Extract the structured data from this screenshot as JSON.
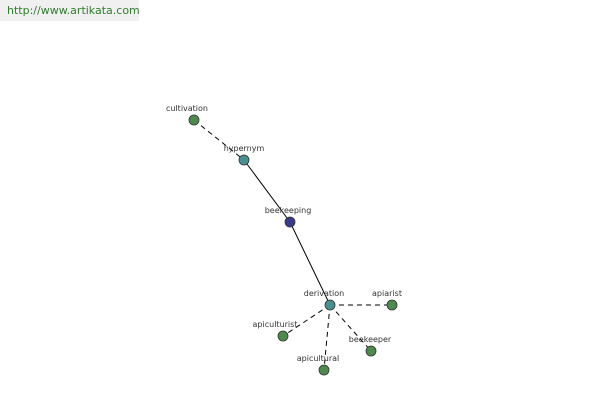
{
  "watermark": {
    "text": "http://www.artikata.com"
  },
  "colors": {
    "leaf": "#4e8a4e",
    "relation": "#4a8f8f",
    "root": "#3a3a8a",
    "edge": "#000000"
  },
  "graph": {
    "nodes": [
      {
        "id": "cultivation",
        "label": "cultivation",
        "kind": "leaf"
      },
      {
        "id": "hypernym",
        "label": "hypernym",
        "kind": "relation"
      },
      {
        "id": "beekeeping",
        "label": "beekeeping",
        "kind": "root"
      },
      {
        "id": "derivation",
        "label": "derivation",
        "kind": "relation"
      },
      {
        "id": "apiarist",
        "label": "apiarist",
        "kind": "leaf"
      },
      {
        "id": "apiculturist",
        "label": "apiculturist",
        "kind": "leaf"
      },
      {
        "id": "apicultural",
        "label": "apicultural",
        "kind": "leaf"
      },
      {
        "id": "beekeeper",
        "label": "beekeeper",
        "kind": "leaf"
      }
    ],
    "edges": [
      {
        "from": "cultivation",
        "to": "hypernym",
        "style": "dashed"
      },
      {
        "from": "hypernym",
        "to": "beekeeping",
        "style": "solid"
      },
      {
        "from": "beekeeping",
        "to": "derivation",
        "style": "solid"
      },
      {
        "from": "derivation",
        "to": "apiarist",
        "style": "dashed"
      },
      {
        "from": "derivation",
        "to": "apiculturist",
        "style": "dashed"
      },
      {
        "from": "derivation",
        "to": "apicultural",
        "style": "dashed"
      },
      {
        "from": "derivation",
        "to": "beekeeper",
        "style": "dashed"
      }
    ]
  }
}
